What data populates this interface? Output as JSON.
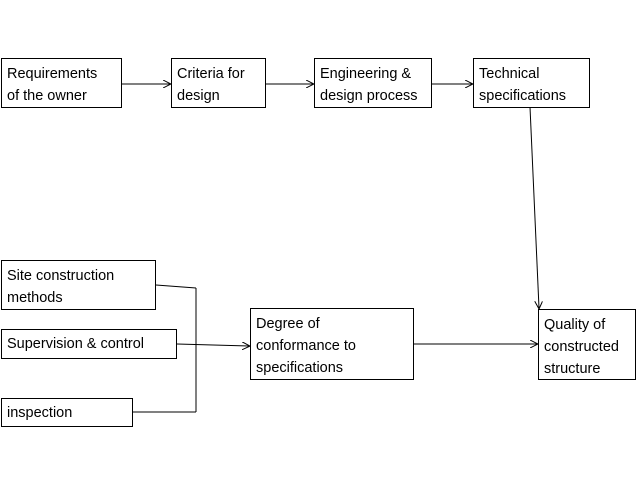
{
  "boxes": {
    "requirements": {
      "lines": [
        "Requirements",
        "of the owner"
      ]
    },
    "criteria": {
      "lines": [
        "Criteria for",
        "design"
      ]
    },
    "engineering": {
      "lines": [
        "Engineering &",
        "design process"
      ]
    },
    "technical": {
      "lines": [
        "Technical",
        "specifications"
      ]
    },
    "site_methods": {
      "lines": [
        "Site construction",
        "methods"
      ]
    },
    "supervision": {
      "lines": [
        "Supervision & control"
      ]
    },
    "inspection": {
      "lines": [
        "inspection"
      ]
    },
    "conformance": {
      "lines": [
        "Degree of",
        "conformance to",
        "specifications"
      ]
    },
    "quality": {
      "lines": [
        "Quality of",
        "constructed",
        "structure"
      ]
    }
  },
  "colors": {
    "line": "#000000",
    "box_border": "#000000",
    "background": "#ffffff"
  }
}
